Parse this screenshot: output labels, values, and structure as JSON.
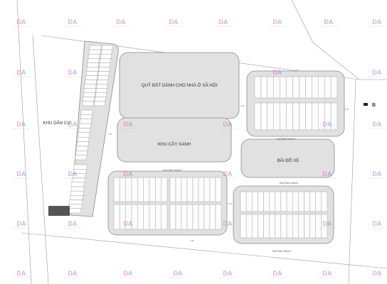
{
  "map": {
    "zones": {
      "social_housing": "QUỸ ĐẤT DÀNH CHO NHÀ Ở XÃ HỘI",
      "green": "KHU CÂY XANH",
      "residential": "KHU DÂN CƯ",
      "parking": "BÃI ĐỖ XE"
    },
    "roads": {
      "road_a": "ĐƯỜNG NHỰA",
      "road_b": "ĐƯỜNG NHỰA",
      "road_c": "ĐƯỜNG NHỰA",
      "road_d": "ĐƯỜNG NHỰA"
    },
    "dimensions": {
      "d1": "7.50",
      "d2": "7.50",
      "d3": "7.50",
      "d4": "7.50",
      "d5": "7.50",
      "d6": "7.50"
    },
    "marker": {
      "label": "B"
    },
    "watermark": {
      "logo": "DA",
      "tagline": "DANGNHATANH.COM"
    },
    "colors": {
      "block_fill": "#e1e1e1",
      "line": "#8a8a8a",
      "lot_fill": "#fdfdfd",
      "watermark_pink": "#ee5fa7",
      "watermark_blue": "#6c8fd0"
    }
  }
}
